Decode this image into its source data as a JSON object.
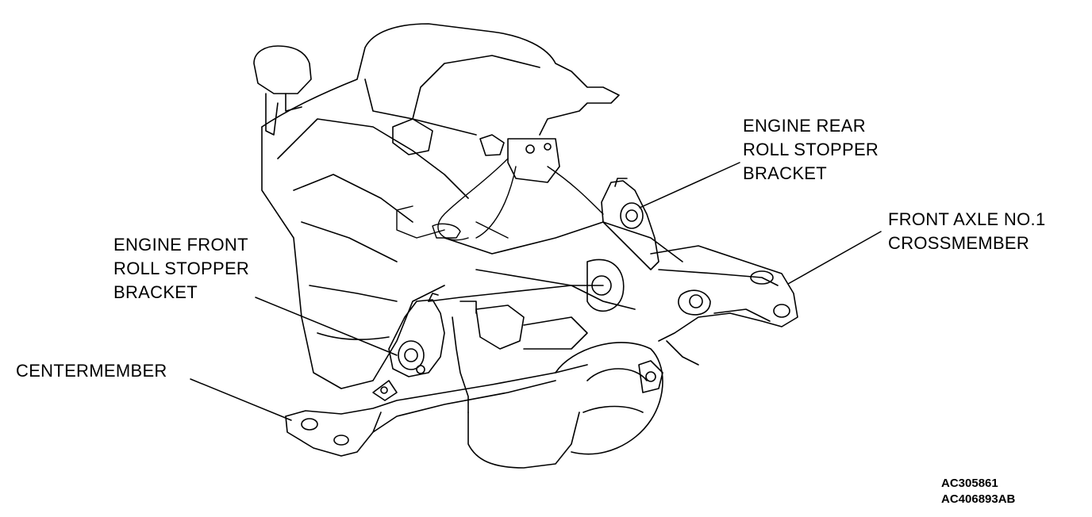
{
  "callouts": {
    "rear_bracket": [
      "ENGINE REAR",
      "ROLL STOPPER",
      "BRACKET"
    ],
    "front_bracket": [
      "ENGINE FRONT",
      "ROLL STOPPER",
      "BRACKET"
    ],
    "crossmember": [
      "FRONT AXLE NO.1",
      "CROSSMEMBER"
    ],
    "centermember": [
      "CENTERMEMBER"
    ]
  },
  "figure_codes": [
    "AC305861",
    "AC406893AB"
  ],
  "colors": {
    "ink": "#000000",
    "paper": "#ffffff"
  }
}
